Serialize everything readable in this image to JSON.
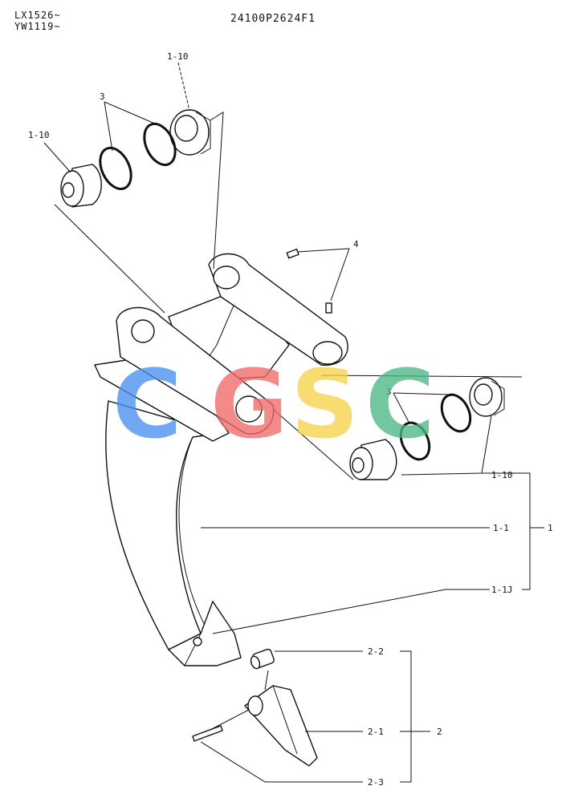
{
  "header": {
    "model_line1": "LX1526~",
    "model_line2": "YW1119~",
    "part_code": "24100P2624F1"
  },
  "labels": {
    "bushing_top": "1-10",
    "bushing_left": "1-10",
    "oring_top": "3",
    "pin": "4",
    "oring_right": "3",
    "bushing_right": "1-10",
    "shank": "1-1",
    "group_1": "1",
    "shank_j": "1-1J",
    "tooth_pin_top": "2-2",
    "tooth": "2-1",
    "group_2": "2",
    "tooth_pin_bottom": "2-3"
  },
  "watermark": {
    "letters": [
      "C",
      "G",
      "S",
      "C"
    ],
    "colors": [
      "#4a90f0",
      "#f06a6a",
      "#f7d24a",
      "#4cb886"
    ]
  }
}
